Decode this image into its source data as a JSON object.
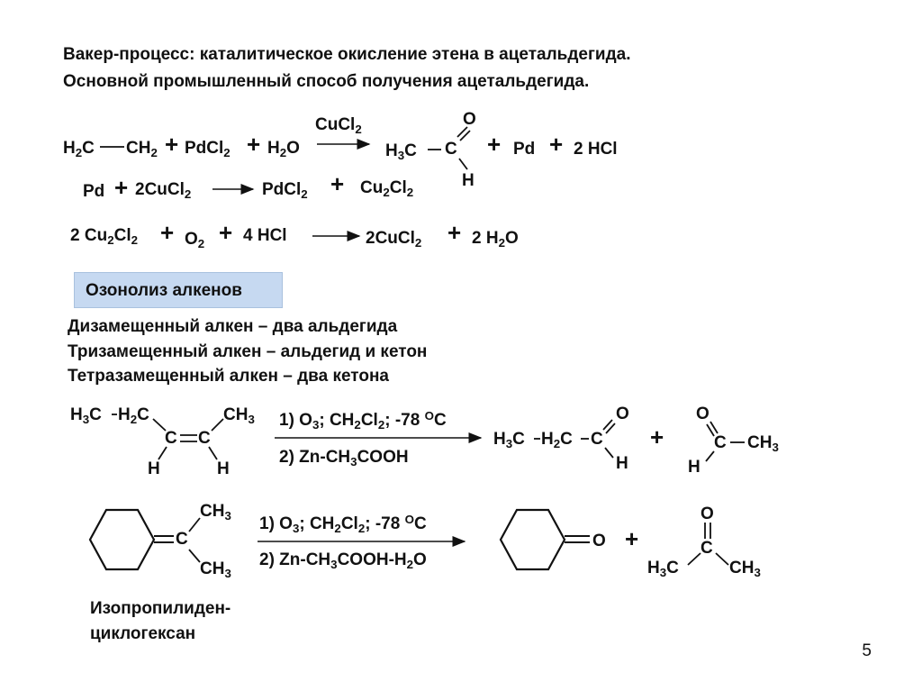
{
  "header": {
    "line1": "Вакер-процесс: каталитическое окисление этена в ацетальдегида.",
    "line2": "Основной промышленный способ получения ацетальдегида."
  },
  "section_label": "Озонолиз алкенов",
  "rules": [
    "Дизамещенный алкен – два альдегида",
    "Тризамещенный алкен – альдегид и кетон",
    "Тетразамещенный алкен – два кетона"
  ],
  "compound_name": {
    "line1": "Изопропилиден-",
    "line2": "циклогексан"
  },
  "page_number": "5",
  "atoms": {
    "C": "C",
    "O": "O",
    "H": "H",
    "plus": "+",
    "two": "2",
    "four": "4",
    "Pd": "Pd",
    "HCl": "HCl",
    "Cl": "Cl",
    "Cu": "Cu"
  },
  "reaction1": {
    "catalyst": "CuCl2"
  },
  "ozonolysis": {
    "step1_a": "1) O",
    "step1_b": "; CH",
    "step1_c": "Cl",
    "step1_d": "; -78 ",
    "step1_deg": "O",
    "step1_e": "C",
    "step2_a": "2) Zn-CH",
    "step2_b": "COOH",
    "step2_c": "COOH-H",
    "step2_d": "O"
  }
}
